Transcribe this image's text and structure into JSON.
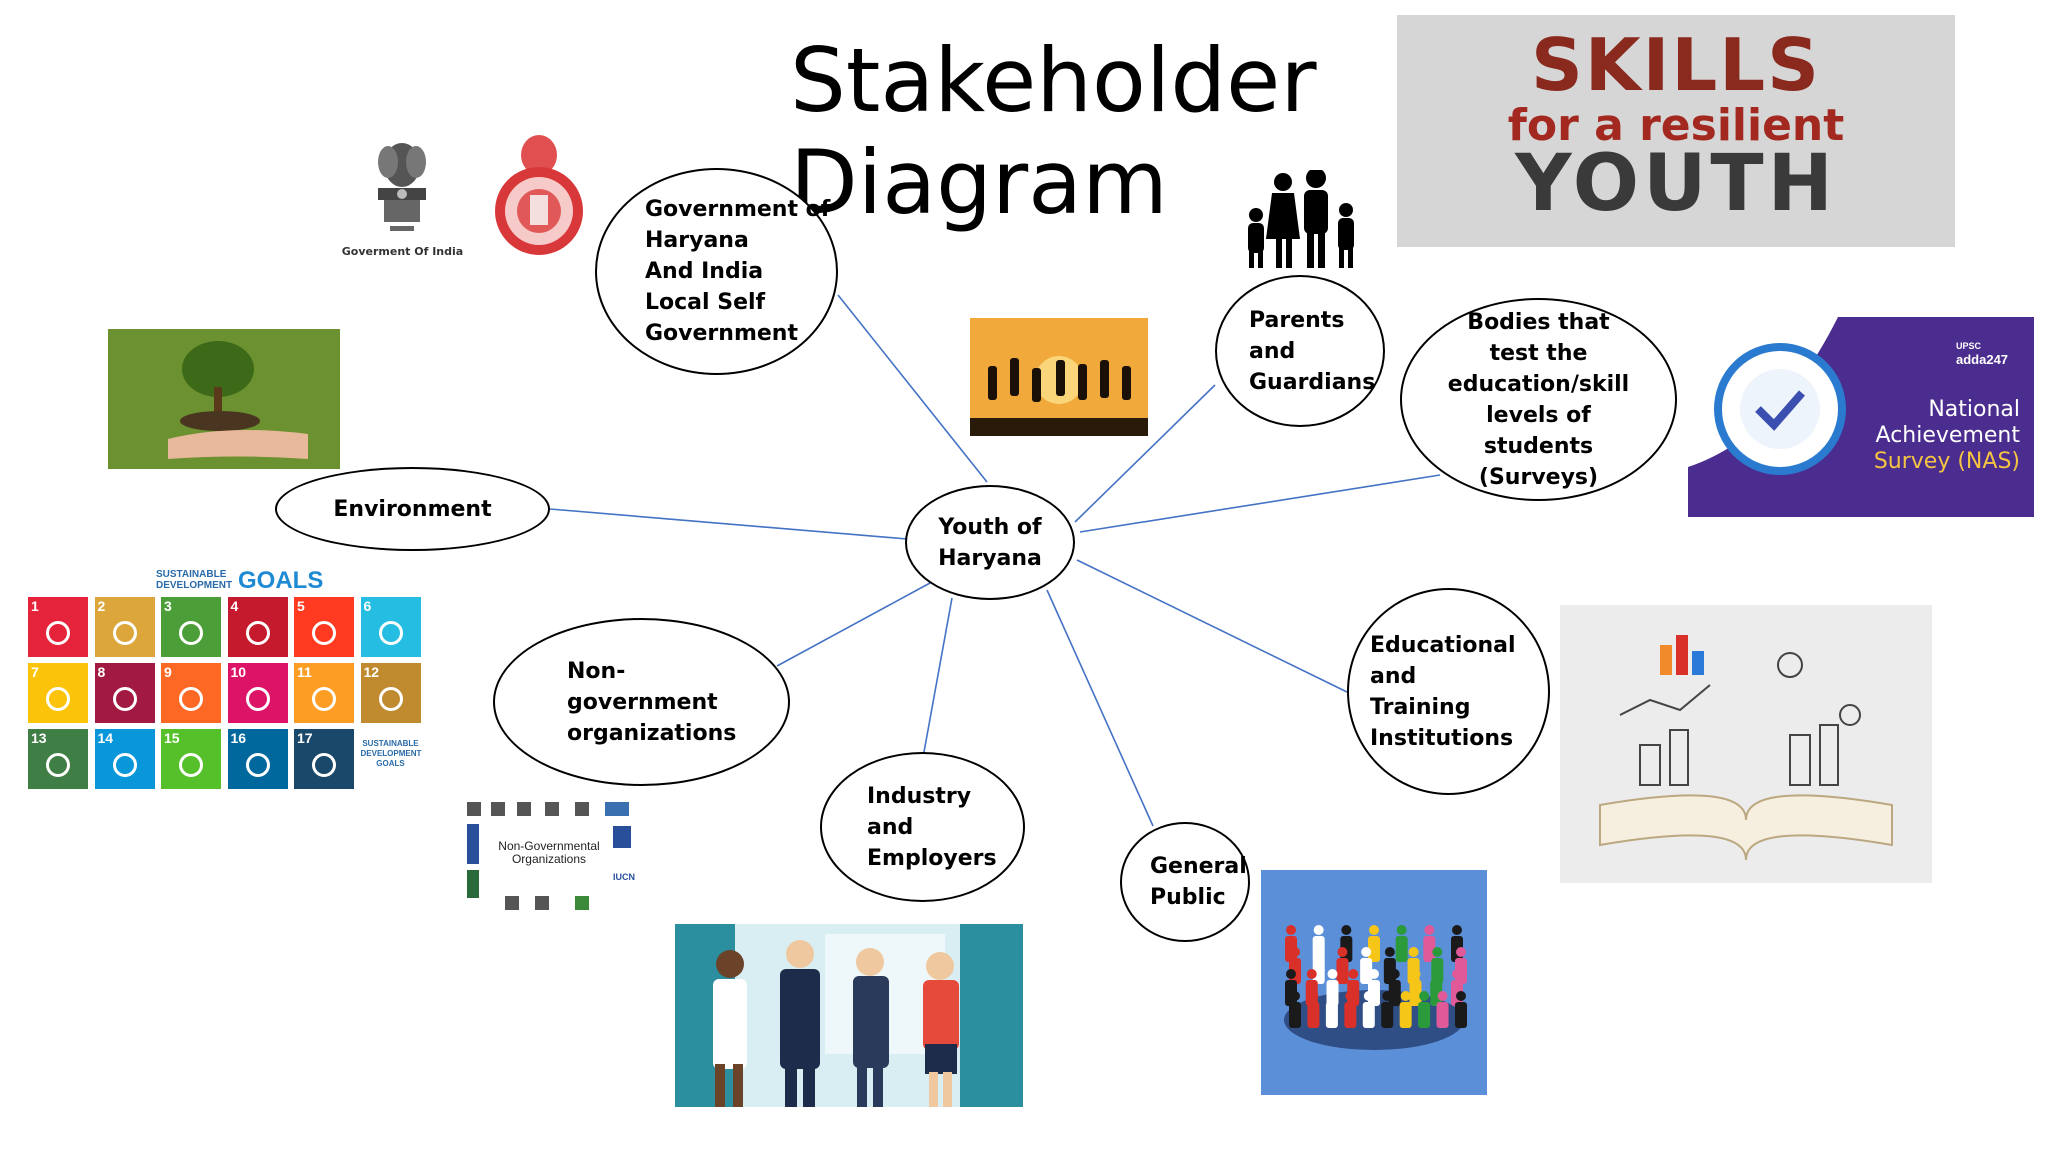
{
  "title": "Stakeholder\nDiagram",
  "center": "Youth of\nHaryana",
  "stakeholders": {
    "government": "Government of\nHaryana\nAnd India\nLocal Self\nGovernment",
    "parents": "Parents\nand\nGuardians",
    "bodies": "Bodies that\ntest the\neducation/skill\nlevels of\nstudents\n(Surveys)",
    "environment": "Environment",
    "educational": "Educational and\nTraining\nInstitutions",
    "ngo": "Non-\ngovernment\norganizations",
    "industry": "Industry\nand\nEmployers",
    "public": "General\nPublic"
  },
  "images": {
    "emblem_caption": "Goverment Of India",
    "skills_line1": "SKILLS",
    "skills_line2": "for a resilient",
    "skills_line3": "YOUTH",
    "nas_brand": "adda247",
    "nas_tag": "UPSC",
    "nas_line1": "National",
    "nas_line2": "Achievement",
    "nas_line3": "Survey (NAS)",
    "sdg_heading": "SUSTAINABLE\nDEVELOPMENT",
    "sdg_goals_word": "GOALS",
    "sdg_corner": "SUSTAINABLE\nDEVELOPMENT\nGOALS",
    "ngo_caption": "Non-Governmental\nOrganizations",
    "ngo_iucn": "IUCN"
  },
  "colors": {
    "connector": "#4472c4",
    "sdg": [
      "#e5243b",
      "#dda63a",
      "#4c9f38",
      "#c5192d",
      "#ff3a21",
      "#26bde2",
      "#fcc30b",
      "#a21942",
      "#fd6925",
      "#dd1367",
      "#fd9d24",
      "#bf8b2e",
      "#3f7e44",
      "#0a97d9",
      "#56c02b",
      "#00689d",
      "#19486a"
    ],
    "nas_purple": "#4b2d8f",
    "public_bg": "#5b8fd8"
  }
}
